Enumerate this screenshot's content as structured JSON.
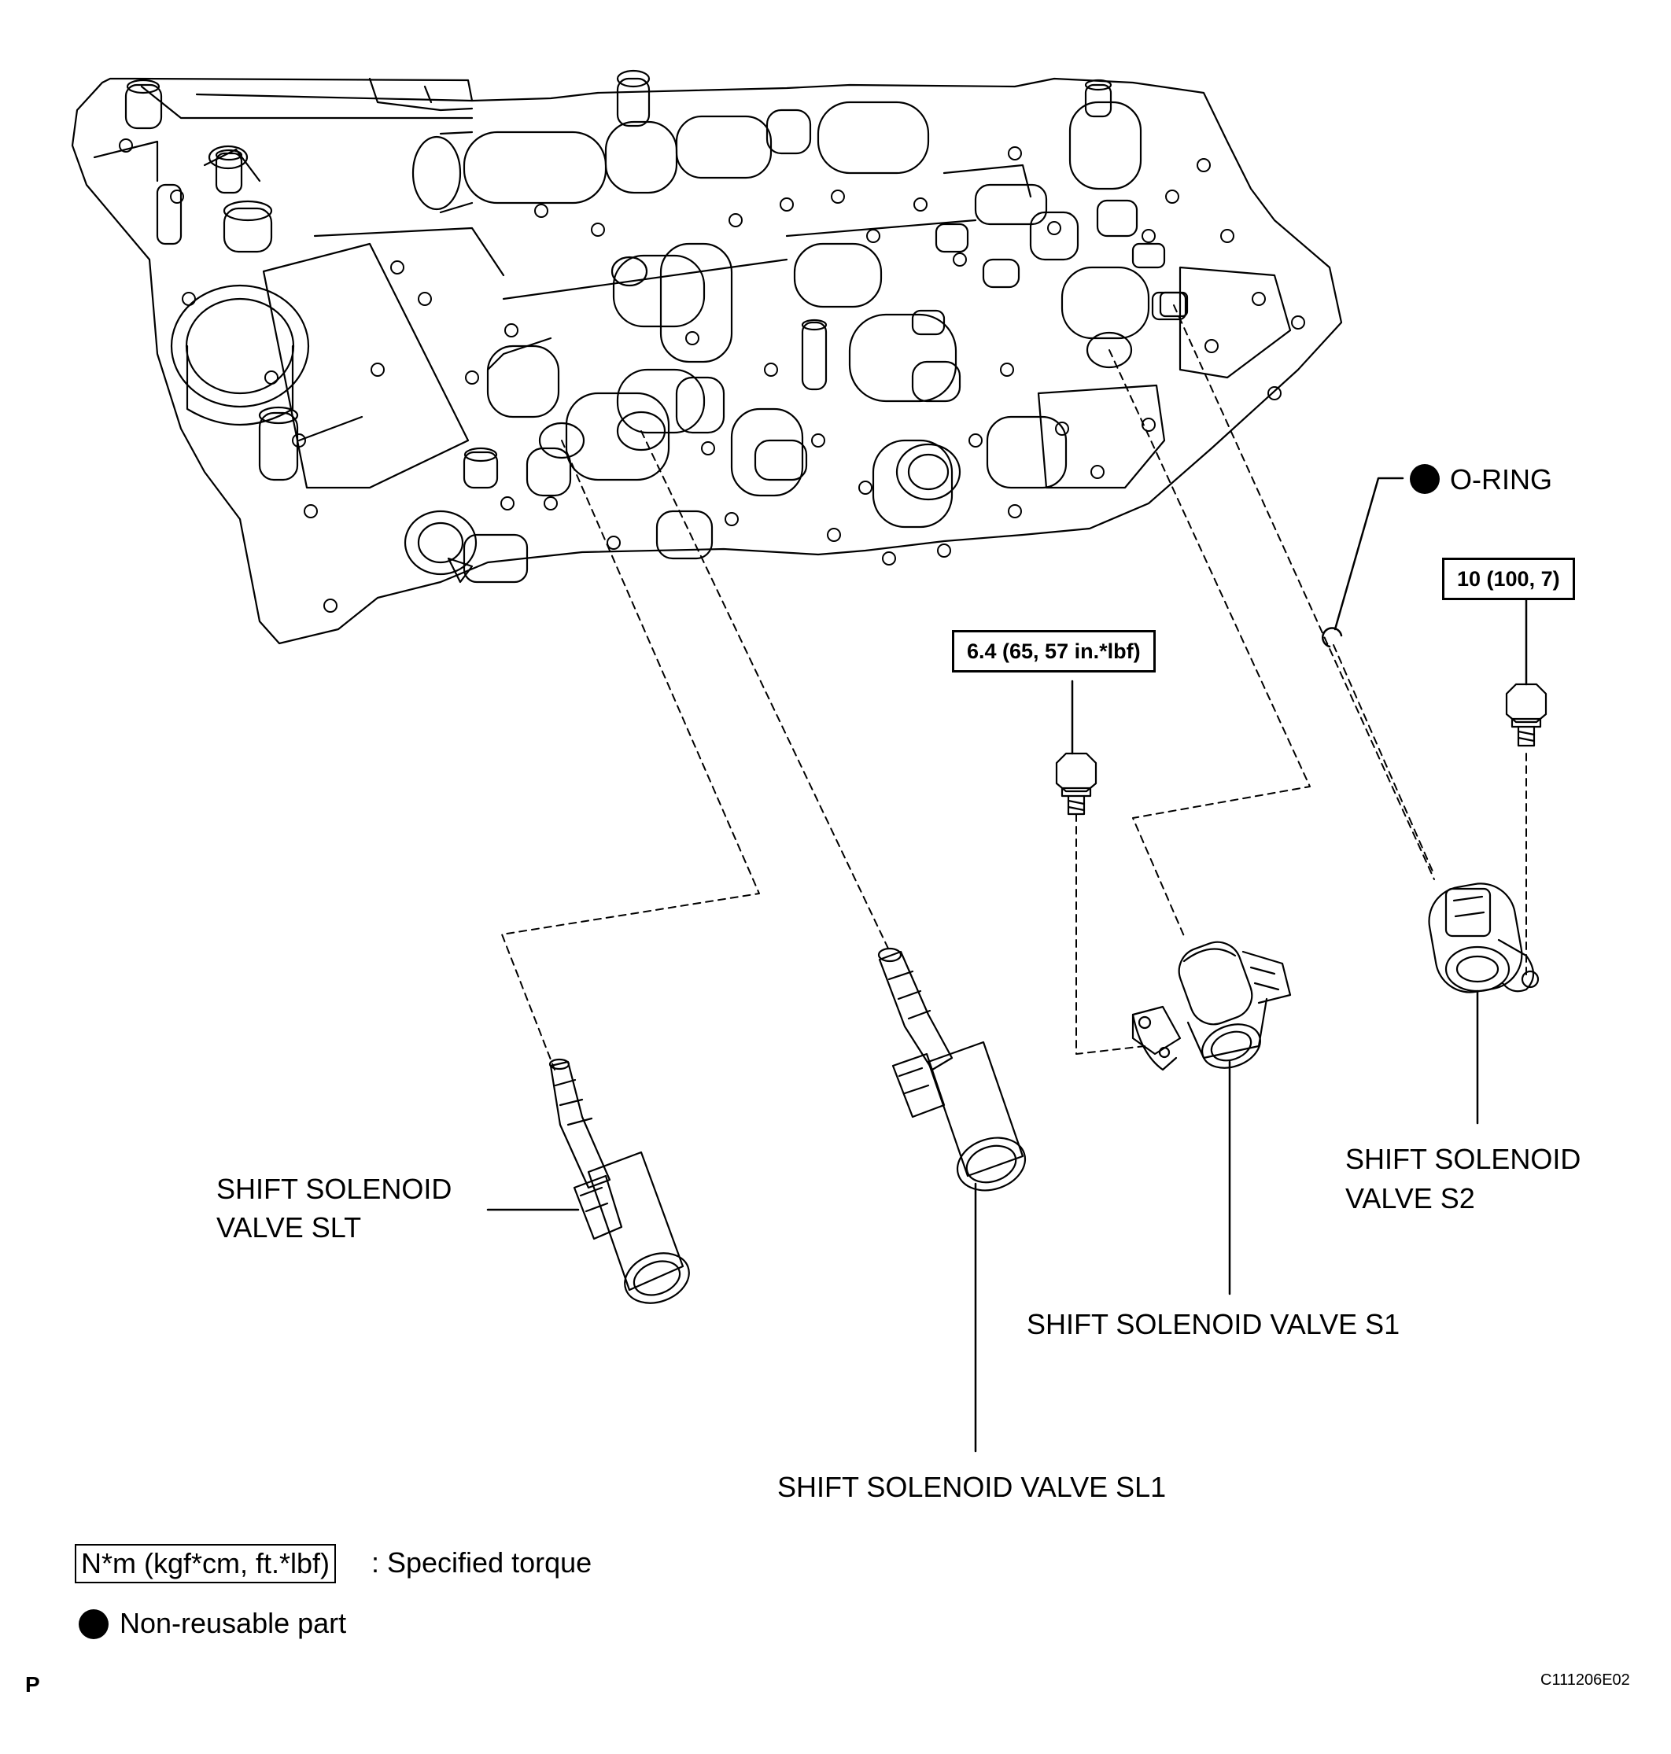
{
  "labels": {
    "o_ring": "O-RING",
    "torque_s1": "6.4 (65, 57 in.*lbf)",
    "torque_s2": "10 (100, 7)",
    "slt_line1": "SHIFT SOLENOID",
    "slt_line2": "VALVE SLT",
    "s2_line1": "SHIFT SOLENOID",
    "s2_line2": "VALVE S2",
    "s1": "SHIFT SOLENOID VALVE S1",
    "sl1": "SHIFT SOLENOID VALVE SL1"
  },
  "legend": {
    "torque_unit": "N*m (kgf*cm, ft.*lbf)",
    "torque_desc": ": Specified torque",
    "non_reusable": "Non-reusable part"
  },
  "footer": {
    "page_mark": "P",
    "figure_code": "C111206E02"
  }
}
